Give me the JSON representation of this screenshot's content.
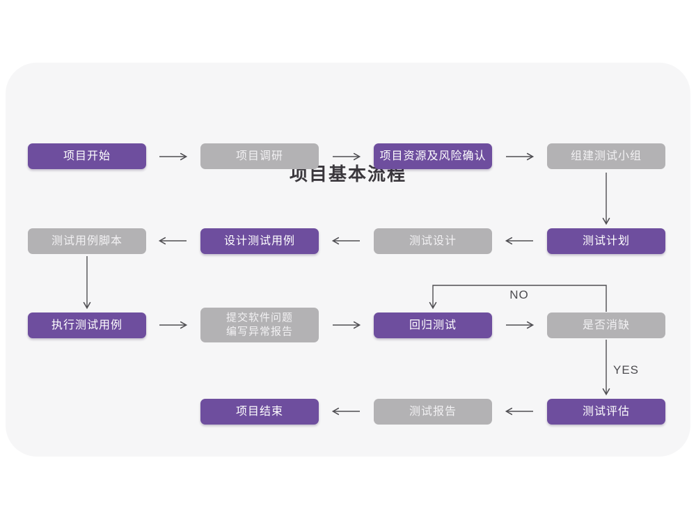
{
  "title": "项目基本流程",
  "colors": {
    "node_purple": "#6e4e9e",
    "node_gray": "#b3b2b4",
    "card_background": "#f6f6f7",
    "arrow": "#4e4d51",
    "node_text": "#ffffff",
    "title_text": "#3a373c"
  },
  "nodes": [
    {
      "label": "项目开始",
      "type": "purple"
    },
    {
      "label": "项目调研",
      "type": "gray"
    },
    {
      "label": "项目资源及风险确认",
      "type": "purple"
    },
    {
      "label": "组建测试小组",
      "type": "gray"
    },
    {
      "label": "测试计划",
      "type": "purple"
    },
    {
      "label": "测试设计",
      "type": "gray"
    },
    {
      "label": "设计测试用例",
      "type": "purple"
    },
    {
      "label": "测试用例脚本",
      "type": "gray"
    },
    {
      "label": "执行测试用例",
      "type": "purple"
    },
    {
      "label": "提交软件问题\n编写异常报告",
      "type": "gray"
    },
    {
      "label": "回归测试",
      "type": "purple"
    },
    {
      "label": "是否消缺",
      "type": "gray"
    },
    {
      "label": "测试评估",
      "type": "purple"
    },
    {
      "label": "测试报告",
      "type": "gray"
    },
    {
      "label": "项目结束",
      "type": "purple"
    }
  ],
  "edge_labels": {
    "no": "NO",
    "yes": "YES"
  }
}
